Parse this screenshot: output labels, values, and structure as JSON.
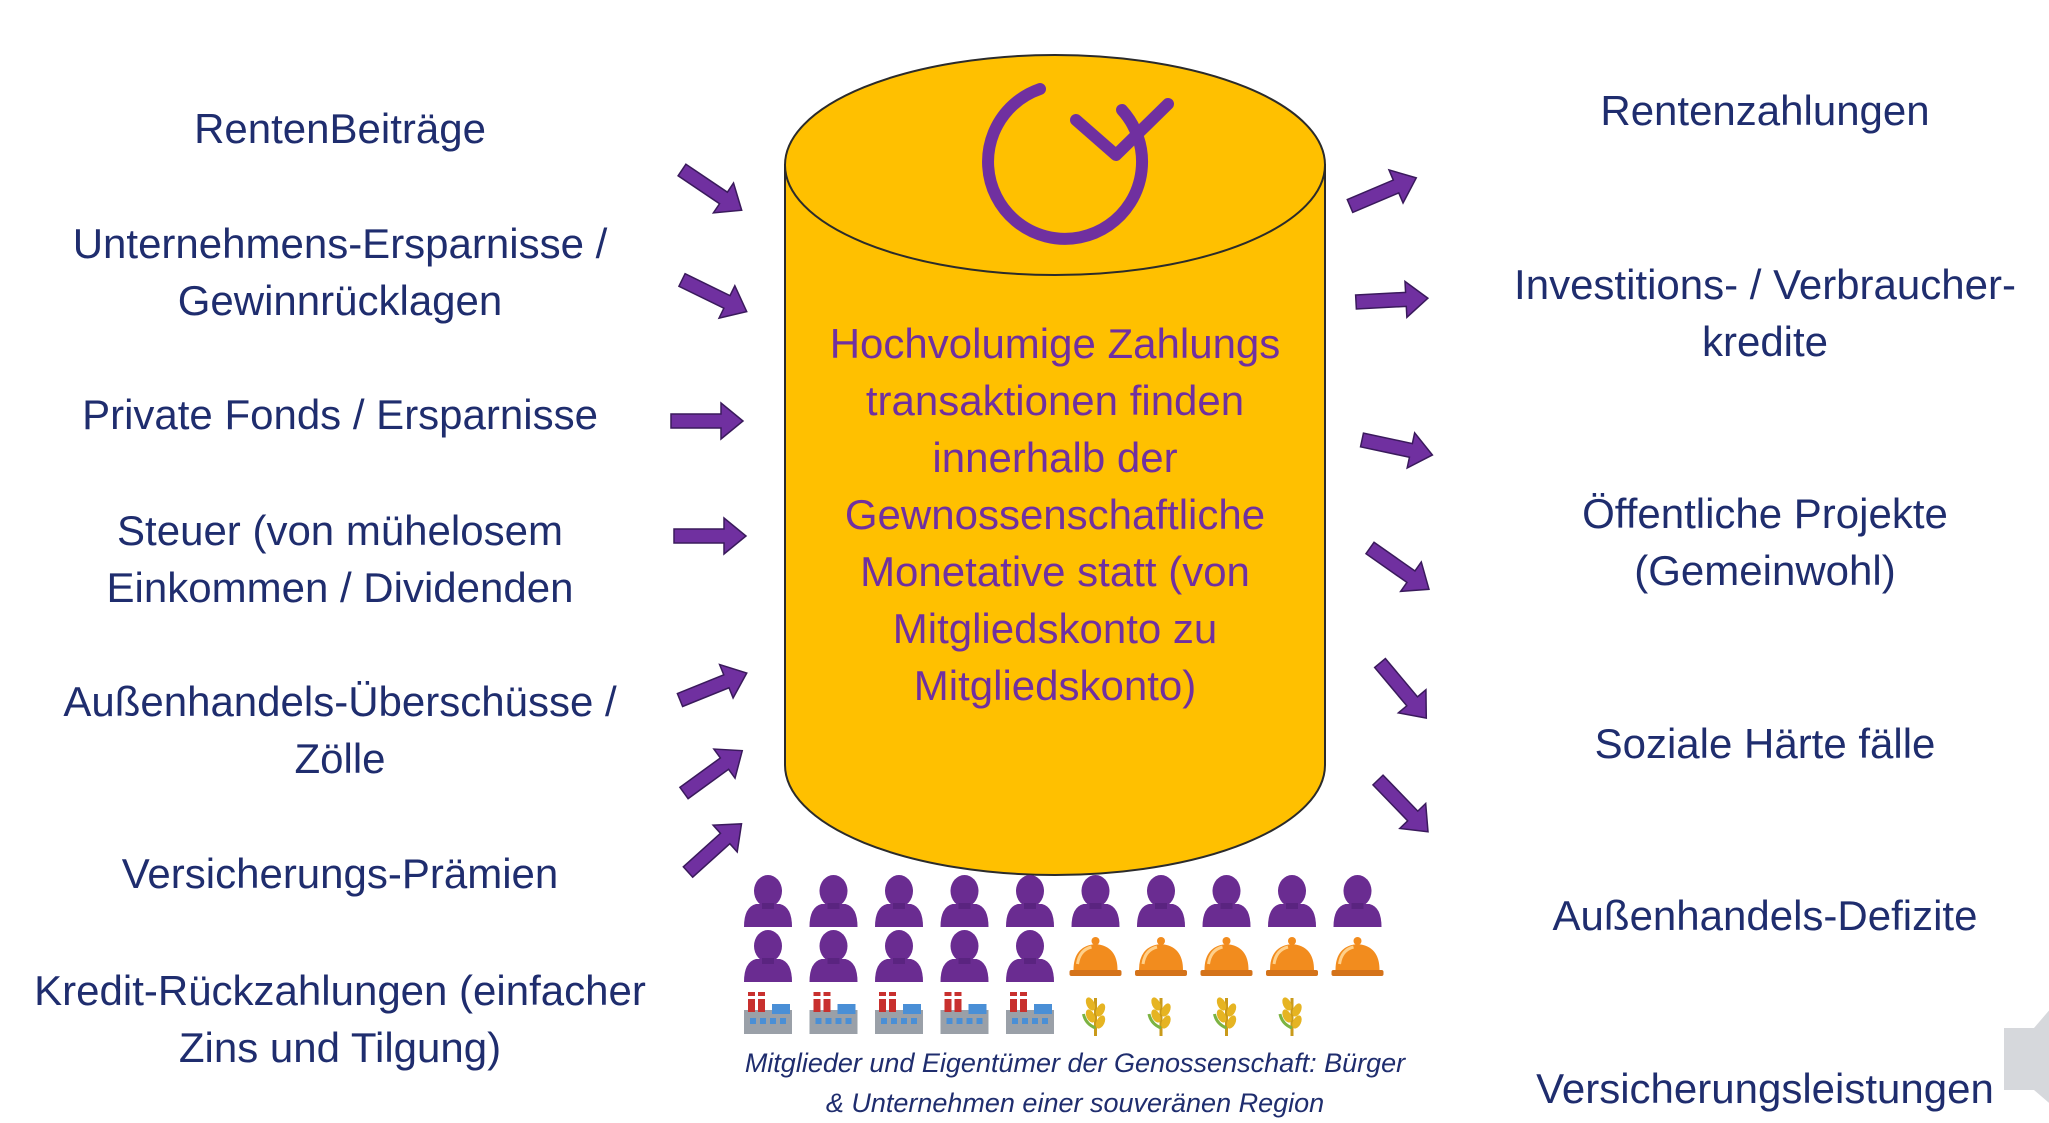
{
  "colors": {
    "text_dark": "#1f2d6e",
    "accent_purple": "#7030a0",
    "cylinder_fill": "#ffc000",
    "cylinder_edge": "#2b2b2b",
    "arrow_purple": "#7030a0",
    "bell_orange": "#f28c1e",
    "factory_gray": "#8a8f98",
    "wheat_yellow": "#e6b422"
  },
  "inflows": [
    {
      "lines": [
        "RentenBeiträge"
      ]
    },
    {
      "lines": [
        "Unternehmens-Ersparnisse /",
        "Gewinnrücklagen"
      ]
    },
    {
      "lines": [
        "Private Fonds / Ersparnisse"
      ]
    },
    {
      "lines": [
        "Steuer (von mühelosem",
        "Einkommen / Dividenden"
      ]
    },
    {
      "lines": [
        "Außenhandels-Überschüsse /",
        "Zölle"
      ]
    },
    {
      "lines": [
        "Versicherungs-Prämien"
      ]
    },
    {
      "lines": [
        "Kredit-Rückzahlungen (einfacher",
        "Zins und Tilgung)"
      ]
    }
  ],
  "outflows": [
    {
      "lines": [
        "Rentenzahlungen"
      ]
    },
    {
      "lines": [
        "Investitions- / Verbraucher-",
        "kredite"
      ]
    },
    {
      "lines": [
        "Öffentliche Projekte",
        "(Gemeinwohl)"
      ]
    },
    {
      "lines": [
        "Soziale Härte fälle"
      ]
    },
    {
      "lines": [
        "Außenhandels-Defizite"
      ]
    },
    {
      "lines": [
        "Versicherungsleistungen"
      ]
    }
  ],
  "center": {
    "lines": [
      "Hochvolumige Zahlungs",
      "transaktionen finden",
      "innerhalb der",
      "Gewnossenschaftliche",
      "Monetative statt (von",
      "Mitgliedskonto zu",
      "Mitgliedskonto)"
    ],
    "icon": "cycle-arrow-icon"
  },
  "members": {
    "rows": [
      [
        "person",
        "person",
        "person",
        "person",
        "person",
        "person",
        "person",
        "person",
        "person",
        "person"
      ],
      [
        "person",
        "person",
        "person",
        "person",
        "person",
        "bell",
        "bell",
        "bell",
        "bell",
        "bell"
      ],
      [
        "factory",
        "factory",
        "factory",
        "factory",
        "factory",
        "wheat",
        "wheat",
        "wheat",
        "wheat"
      ]
    ],
    "caption_lines": [
      "Mitglieder und Eigentümer der Genossenschaft: Bürger",
      "& Unternehmen einer souveränen Region"
    ]
  },
  "corner_icon": "speaker-icon"
}
